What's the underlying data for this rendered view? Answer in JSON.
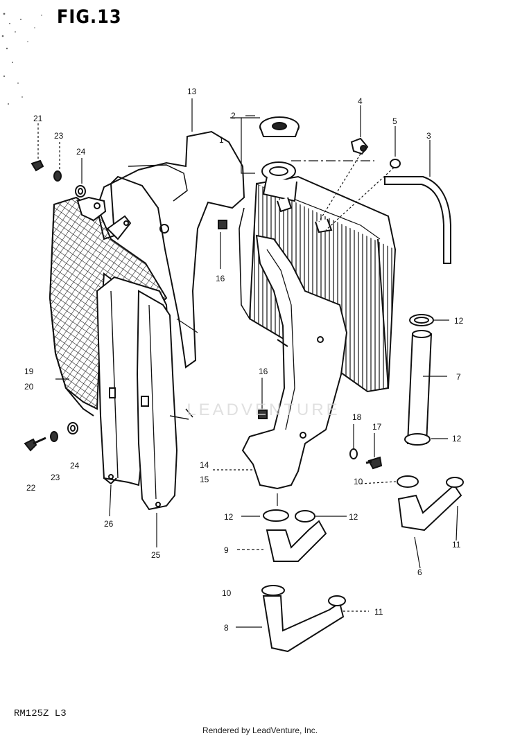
{
  "figure": {
    "title": "FIG.13",
    "model_code": "RM125Z L3",
    "footer": "Rendered by LeadVenture, Inc.",
    "watermark": "LEADVENTURE"
  },
  "callouts": {
    "c1": "1",
    "c2": "2",
    "c3": "3",
    "c4": "4",
    "c5": "5",
    "c6": "6",
    "c7": "7",
    "c8": "8",
    "c9": "9",
    "c10a": "10",
    "c10b": "10",
    "c11a": "11",
    "c11b": "11",
    "c12a": "12",
    "c12b": "12",
    "c12c": "12",
    "c12d": "12",
    "c13": "13",
    "c14": "14",
    "c15": "15",
    "c16a": "16",
    "c16b": "16",
    "c17": "17",
    "c18": "18",
    "c19": "19",
    "c20": "20",
    "c21": "21",
    "c22": "22",
    "c23a": "23",
    "c23b": "23",
    "c24a": "24",
    "c24b": "24",
    "c25": "25",
    "c26": "26"
  }
}
